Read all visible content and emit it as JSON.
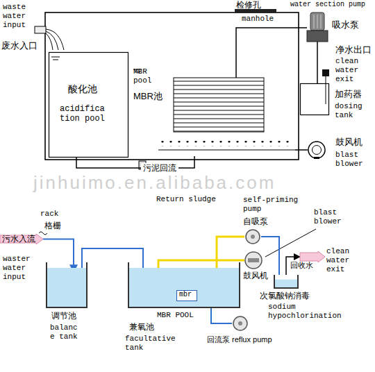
{
  "diagram": {
    "nodes": [
      {
        "text": [
          "酸化池",
          "acidifica tion pool"
        ]
      },
      {
        "text": [
          "MBR pool",
          "MBR池"
        ]
      },
      {
        "text": [
          "water section pump",
          "吸水泵"
        ]
      },
      {
        "text": [
          "加药器",
          "dosing tank"
        ]
      },
      {
        "text": [
          "鼓风机",
          "blast blower"
        ]
      },
      {
        "text": [
          "污水入流",
          "waster water input"
        ]
      },
      {
        "text": [
          "调节池",
          "balanc e tank"
        ]
      },
      {
        "text": [
          "MBR POOL",
          "兼氧池",
          "facultative tank"
        ]
      },
      {
        "text": [
          "mbr"
        ],
        "in": 7
      },
      {
        "text": [
          "self-priming pump",
          "自吸泵"
        ]
      },
      {
        "text": [
          "blast blower",
          "鼓风机"
        ]
      },
      {
        "text": [
          "次氯酸钠消毒",
          "sodium hypochlorination"
        ]
      },
      {
        "text": [
          "回收水",
          "clean water exit"
        ]
      },
      {
        "text": [
          "回流泵 reflux pump"
        ]
      }
    ],
    "edges": [
      {
        "from": 1,
        "to": 0,
        "label": "污泥回流",
        "arrow": "none"
      },
      {
        "from": 1,
        "to": 2,
        "arrow": "none"
      },
      {
        "from": 4,
        "to": 1,
        "arrow": "none"
      },
      {
        "from": 3,
        "to": 2,
        "arrow": "none"
      },
      {
        "from": 5,
        "to": 6,
        "arrow": "to"
      },
      {
        "from": 6,
        "to": 7,
        "arrow": "to"
      },
      {
        "from": 7,
        "to": 9,
        "arrow": "none"
      },
      {
        "from": 10,
        "to": 7,
        "arrow": "none"
      },
      {
        "from": 9,
        "to": 11,
        "arrow": "none"
      },
      {
        "from": 11,
        "to": 12,
        "arrow": "to"
      },
      {
        "from": 7,
        "to": 13,
        "arrow": "none"
      }
    ],
    "labels": [
      "waste water input",
      "废水入口",
      "检修孔",
      "manhole",
      "净水出口",
      "clean water exit",
      "Return sludge",
      "jinhuimo.en.alibaba.com",
      "rack",
      "格栅"
    ]
  }
}
